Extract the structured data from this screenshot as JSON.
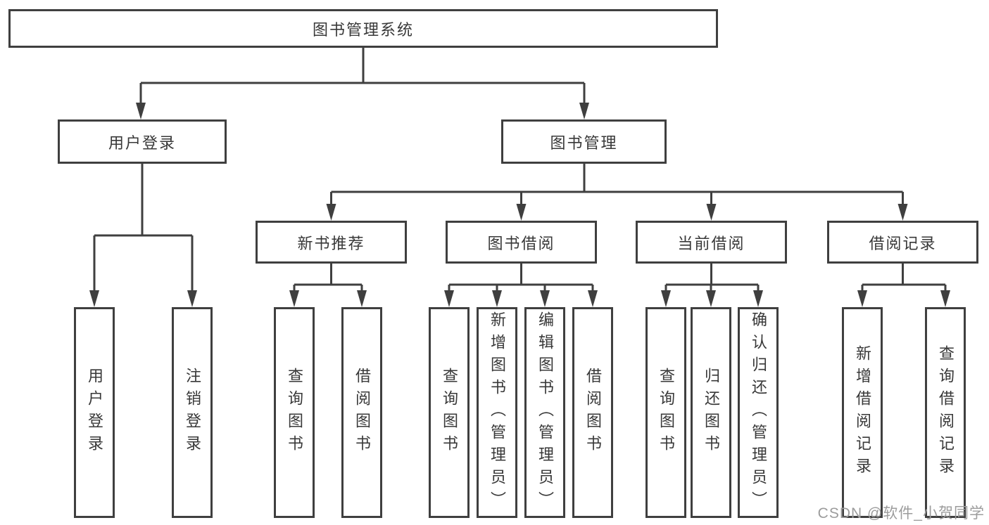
{
  "diagram": {
    "title": "图书管理系统",
    "colors": {
      "line": "#3f3f3f",
      "text": "#383838",
      "background": "#ffffff",
      "watermark": "#9c9c9c"
    },
    "tree": {
      "root": "图书管理系统",
      "login": {
        "label": "用户登录",
        "children": [
          "用户登录",
          "注销登录"
        ]
      },
      "management": {
        "label": "图书管理",
        "sections": [
          {
            "label": "新书推荐",
            "children": [
              "查询图书",
              "借阅图书"
            ]
          },
          {
            "label": "图书借阅",
            "children": [
              "查询图书",
              "新增图书（管理员）",
              "编辑图书（管理员）",
              "借阅图书"
            ]
          },
          {
            "label": "当前借阅",
            "children": [
              "查询图书",
              "归还图书",
              "确认归还（管理员）"
            ]
          },
          {
            "label": "借阅记录",
            "children": [
              "新增借阅记录",
              "查询借阅记录"
            ]
          }
        ]
      }
    },
    "watermark": "CSDN @软件_小贺同学"
  }
}
